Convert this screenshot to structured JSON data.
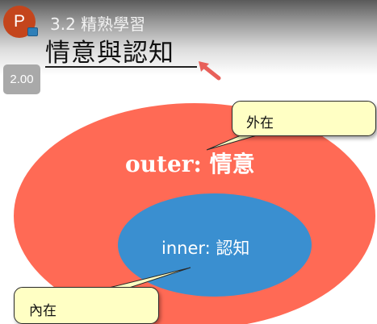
{
  "header": {
    "channel_initial": "P",
    "video_title": "3.2 精熟學習",
    "speed": "2.00"
  },
  "slide": {
    "title": "情意與認知",
    "outer_label": "outer: 情意",
    "inner_label": "inner: 認知",
    "callout_outer": "外在",
    "callout_inner": "內在"
  },
  "colors": {
    "outer_ellipse": "#ff6a55",
    "inner_ellipse": "#3a8fd0",
    "callout_fill": "#ffffc4",
    "arrow": "#e8605a"
  }
}
